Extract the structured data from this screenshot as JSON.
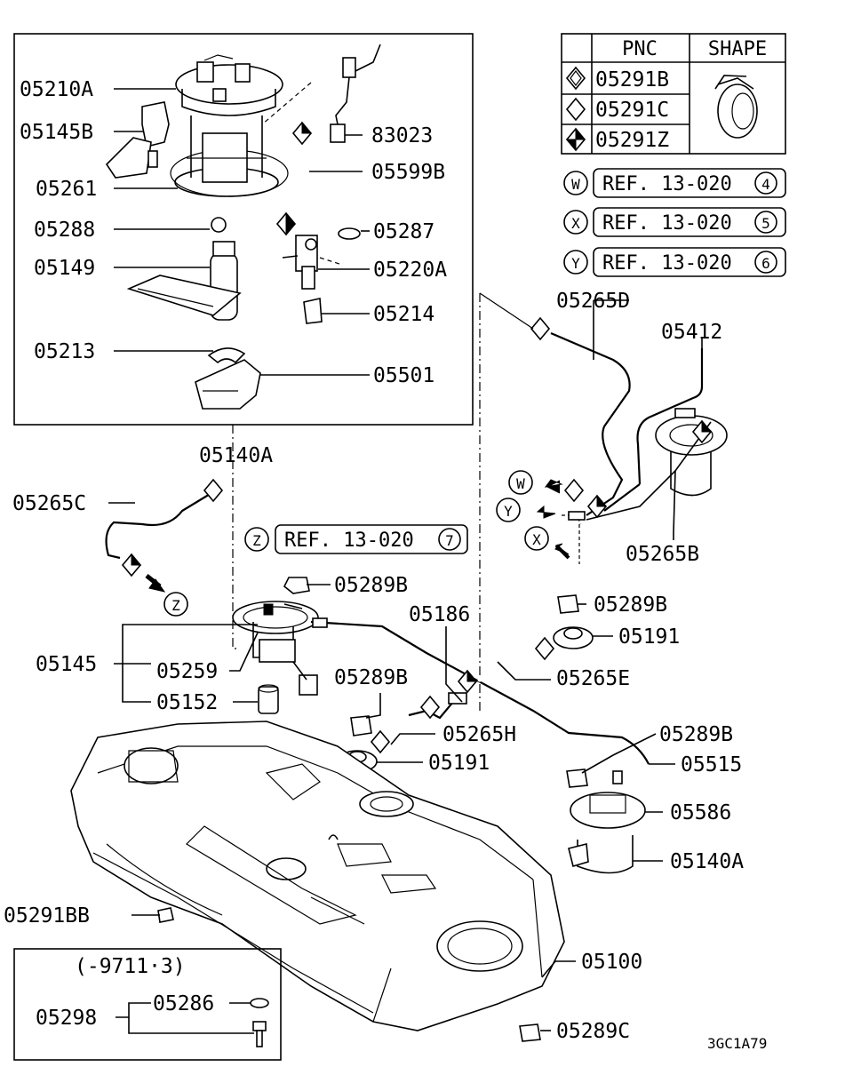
{
  "table": {
    "header_pnc": "PNC",
    "header_shape": "SHAPE",
    "rows": [
      "05291B",
      "05291C",
      "05291Z"
    ]
  },
  "refs": {
    "w": {
      "symbol": "W",
      "text": "REF. 13-020",
      "num": "4"
    },
    "x": {
      "symbol": "X",
      "text": "REF. 13-020",
      "num": "5"
    },
    "y": {
      "symbol": "Y",
      "text": "REF. 13-020",
      "num": "6"
    },
    "z": {
      "symbol": "Z",
      "text": "REF. 13-020",
      "num": "7"
    }
  },
  "arrow_markers": {
    "w": "W",
    "y": "Y",
    "x": "X",
    "z": "Z"
  },
  "labels": {
    "p05210A": "05210A",
    "p05145B": "05145B",
    "p05261": "05261",
    "p05288": "05288",
    "p05149": "05149",
    "p05213": "05213",
    "p83023": "83023",
    "p05599B": "05599B",
    "p05287": "05287",
    "p05220A": "05220A",
    "p05214": "05214",
    "p05501": "05501",
    "p05140A_top": "05140A",
    "p05265C": "05265C",
    "p05265D": "05265D",
    "p05412": "05412",
    "p05265B": "05265B",
    "p05289B_1": "05289B",
    "p05289B_2": "05289B",
    "p05289B_3": "05289B",
    "p05289B_4": "05289B",
    "p05186": "05186",
    "p05191_1": "05191",
    "p05191_2": "05191",
    "p05145": "05145",
    "p05259": "05259",
    "p05152": "05152",
    "p05265E": "05265E",
    "p05265H": "05265H",
    "p05515": "05515",
    "p05586": "05586",
    "p05140A_bottom": "05140A",
    "p05291BB": "05291BB",
    "p05100": "05100",
    "p05289C": "05289C",
    "p05286": "05286",
    "p05298": "05298",
    "date_range": "(-9711·3)",
    "figure_code": "3GC1A79"
  }
}
